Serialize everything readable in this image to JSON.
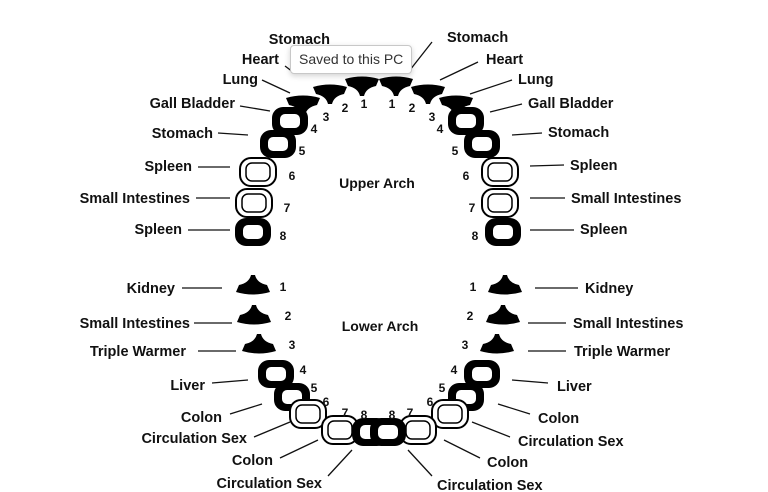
{
  "tooltip": "Saved to this PC",
  "diagram": {
    "upper_arch_label": "Upper Arch",
    "lower_arch_label": "Lower Arch",
    "upper_left": [
      "Stomach",
      "Heart",
      "Lung",
      "Gall Bladder",
      "Stomach",
      "Spleen",
      "Small Intestines",
      "Spleen"
    ],
    "upper_right": [
      "Stomach",
      "Heart",
      "Lung",
      "Gall Bladder",
      "Stomach",
      "Spleen",
      "Small Intestines",
      "Spleen"
    ],
    "lower_left": [
      "Kidney",
      "Small Intestines",
      "Triple Warmer",
      "Liver",
      "Colon",
      "Circulation Sex",
      "Colon",
      "Circulation Sex"
    ],
    "lower_right": [
      "Kidney",
      "Small Intestines",
      "Triple Warmer",
      "Liver",
      "Colon",
      "Circulation Sex",
      "Colon",
      "Circulation Sex"
    ],
    "tooth_numbers": [
      "1",
      "2",
      "3",
      "4",
      "5",
      "6",
      "7",
      "8"
    ]
  }
}
